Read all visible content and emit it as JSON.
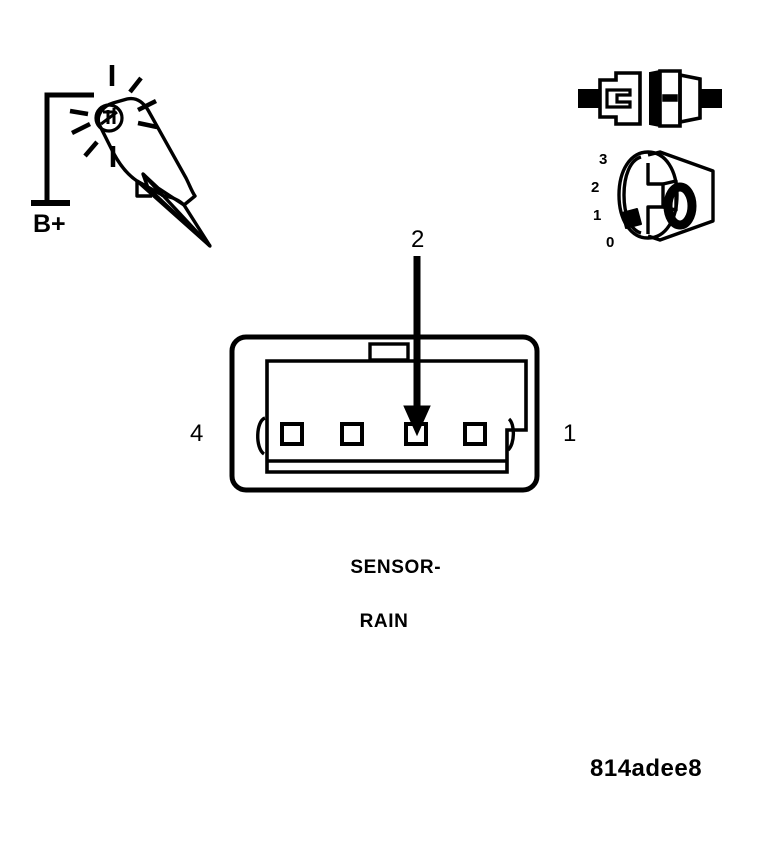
{
  "diagram": {
    "id_code": "814adee8",
    "power_source": {
      "label": "B+",
      "icon": "battery-positive-terminal-icon"
    },
    "test_light": {
      "icon": "test-light-probe-icon",
      "lamp_icon": "lamp-glow-icon"
    },
    "fuse": {
      "icon": "fuse-connector-icon"
    },
    "ignition_switch": {
      "icon": "ignition-key-switch-icon",
      "positions": [
        "3",
        "2",
        "1",
        "0"
      ]
    },
    "connector": {
      "name_line_1": "SENSOR-",
      "name_line_2": "RAIN",
      "icon": "four-pin-connector-icon",
      "pin_count": 4,
      "left_pin_label": "4",
      "right_pin_label": "1",
      "probe_target_label": "2",
      "probe_target_pin_index": 3,
      "pins": [
        {
          "label": "4",
          "position": "far-left"
        },
        {
          "label": "",
          "position": "mid-left"
        },
        {
          "label": "2",
          "position": "mid-right"
        },
        {
          "label": "1",
          "position": "far-right"
        }
      ]
    },
    "arrow": {
      "icon": "down-arrow-icon",
      "label": "2"
    },
    "colors": {
      "stroke": "#000000",
      "background": "#ffffff"
    }
  }
}
